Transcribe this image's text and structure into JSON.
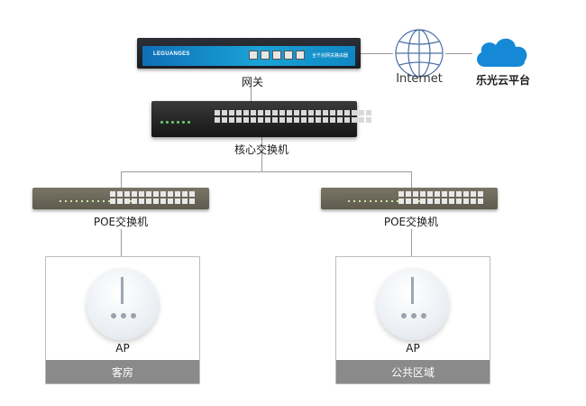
{
  "labels": {
    "gateway": "网关",
    "internet": "Internet",
    "cloud": "乐光云平台",
    "core_switch": "核心交换机",
    "poe_left": "POE交换机",
    "poe_right": "POE交换机",
    "ap_left": "AP",
    "ap_right": "AP"
  },
  "rooms": {
    "left": "客房",
    "right": "公共区域"
  },
  "device_text": {
    "gateway_brand": "LEGUANGES",
    "gateway_slogan": "全千兆网关路由器"
  },
  "colors": {
    "line": "#9a9a9a",
    "globe": "#4a6fa5",
    "cloud": "#1589d6",
    "room_footer": "#8a8a8a",
    "gateway_face": "#1aa3d6"
  }
}
